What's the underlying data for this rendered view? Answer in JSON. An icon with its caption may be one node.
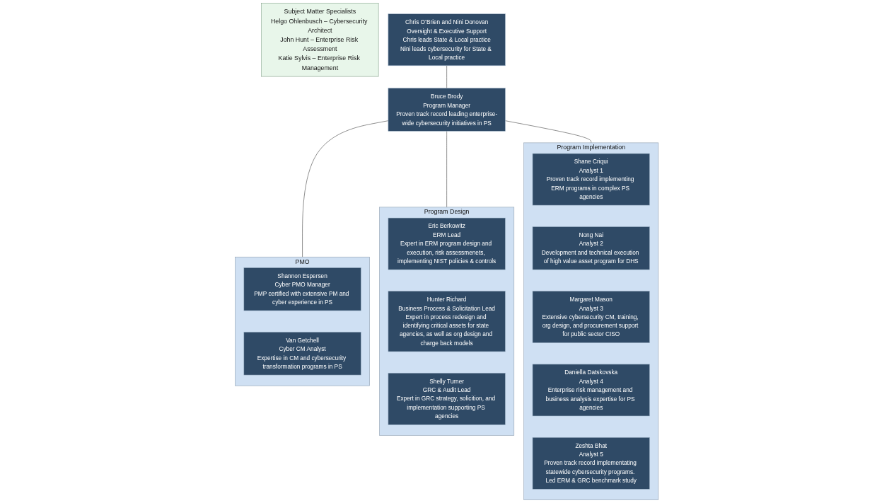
{
  "diagram": {
    "nodes": [
      {
        "text": [
          "Subject Matter Specialists",
          "Helgo Ohlenbusch – Cybersecurity Architect",
          "John Hunt – Enterprise Risk Assessment",
          "Katie Sylvis – Enterprise Risk Management"
        ]
      },
      {
        "text": [
          "Chris O’Brien and Nini Donovan",
          "Oversight & Executive Support",
          "Chris leads State & Local practice",
          "Nini leads cybersecurity for State & Local practice"
        ]
      },
      {
        "text": [
          "Bruce Brody",
          "Program Manager",
          "Proven track record leading enterprise-wide cybersecurity initiatives in PS"
        ]
      },
      {
        "text": [
          "PMO"
        ]
      },
      {
        "text": [
          "Shannon Espersen",
          "Cyber PMO Manager",
          "PMP certified with extensive PM and cyber experience in PS"
        ],
        "in": 3
      },
      {
        "text": [
          "Van Getchell",
          "Cyber CM Analyst",
          "Expertise in CM and cybersecurity transformation programs in PS"
        ],
        "in": 3
      },
      {
        "text": [
          "Program Design"
        ]
      },
      {
        "text": [
          "Eric Berkowitz",
          "ERM Lead",
          "Expert in ERM program design and execution, risk assessmenets, implementing NIST policies & controls"
        ],
        "in": 6
      },
      {
        "text": [
          "Hunter Richard",
          "Business Process & Solicitation Lead",
          "Expert in process redesign and identifying critical assets for state agencies, as well as org design and charge back models"
        ],
        "in": 6
      },
      {
        "text": [
          "Shelly Turner",
          "GRC & Audit Lead",
          "Expert in GRC strategy, solicition, and implementation supporting PS agencies"
        ],
        "in": 6
      },
      {
        "text": [
          "Program Implementation"
        ]
      },
      {
        "text": [
          "Shane Criqui",
          "Analyst 1",
          "Proven track record implementing ERM programs in complex PS agencies"
        ],
        "in": 10
      },
      {
        "text": [
          "Nong Nai",
          "Analyst 2",
          "Development and technical execution of high value asset program for DHS"
        ],
        "in": 10
      },
      {
        "text": [
          "Margaret Mason",
          "Analyst 3",
          "Extensive cybersecurity CM, training, org design, and procurement support for public sector CISO"
        ],
        "in": 10
      },
      {
        "text": [
          "Daniella Datskovska",
          "Analyst 4",
          "Enterprise risk management and business analysis expertise for PS agencies"
        ],
        "in": 10
      },
      {
        "text": [
          "Zeshta Bhat",
          "Analyst 5",
          "Proven track record implementating statewide cybersecurity programs. Led ERM & GRC benchmark study"
        ],
        "in": 10
      }
    ],
    "edges": [
      {
        "from": 1,
        "to": 2,
        "arrow": "none"
      },
      {
        "from": 2,
        "to": 3,
        "arrow": "none"
      },
      {
        "from": 2,
        "to": 6,
        "arrow": "none"
      },
      {
        "from": 2,
        "to": 10,
        "arrow": "none"
      }
    ]
  }
}
